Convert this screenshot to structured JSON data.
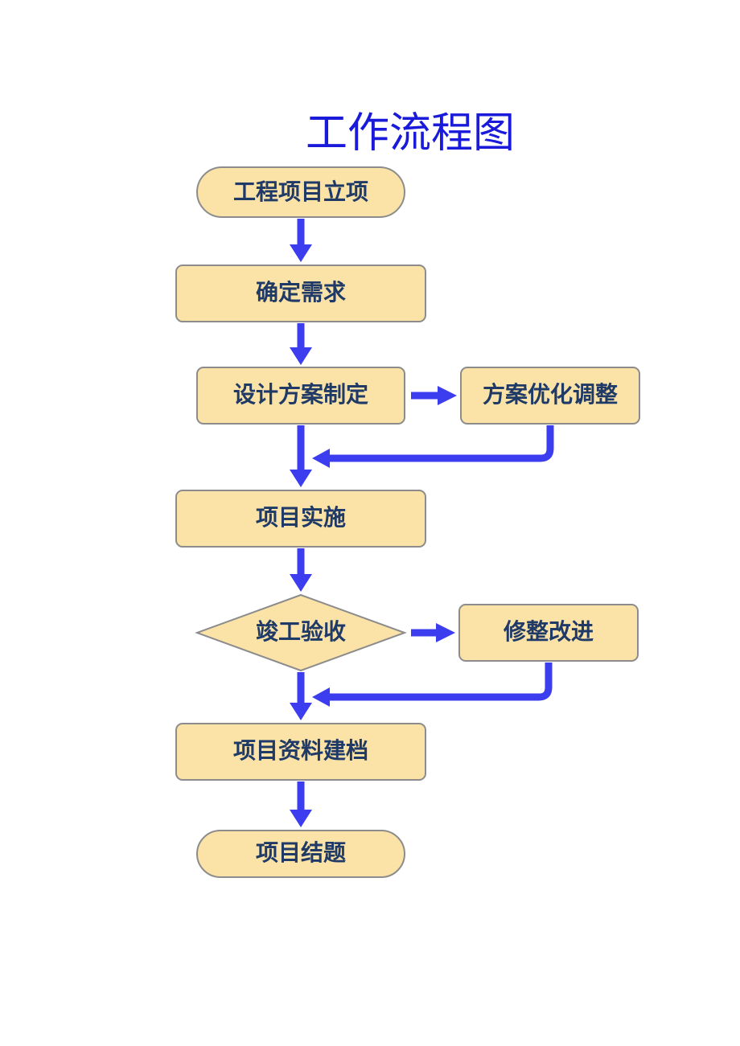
{
  "title": "工作流程图",
  "colors": {
    "node_fill": "#fbe3a8",
    "node_stroke": "#8c8c8c",
    "arrow": "#3d3df0",
    "title": "#1a1adb",
    "label": "#1f3a66"
  },
  "nodes": {
    "start": "工程项目立项",
    "requirements": "确定需求",
    "design": "设计方案制定",
    "design_optimize": "方案优化调整",
    "implement": "项目实施",
    "acceptance": "竣工验收",
    "rectify": "修整改进",
    "archive": "项目资料建档",
    "end": "项目结题"
  }
}
